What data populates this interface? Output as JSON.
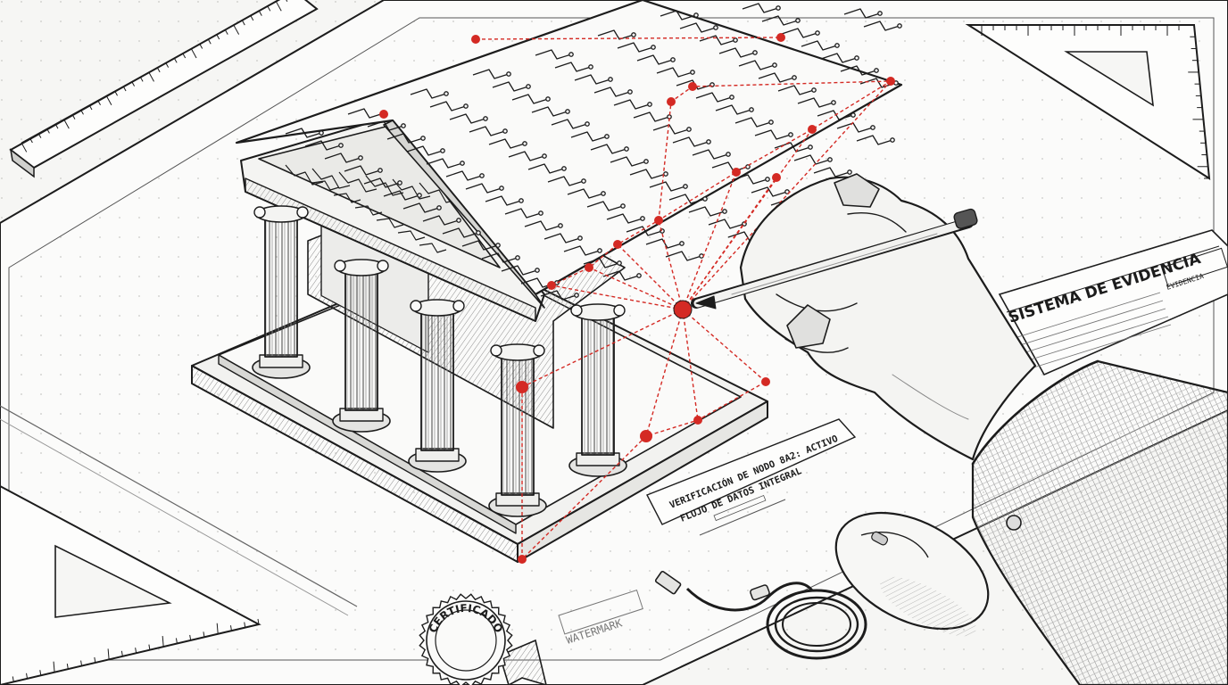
{
  "colors": {
    "paper": "#f6f6f4",
    "ink": "#1c1c1c",
    "accent": "#d42a24",
    "hatch": "#8a8a8a"
  },
  "evidence_sheet": {
    "title": "SISTEMA DE EVIDENCIA",
    "code": "EVIDENCIA"
  },
  "verification_note": {
    "line1": "VERIFICACIÓN DE NODO 8A2: ACTIVO",
    "line2": "FLUJO DE DATOS INTEGRAL"
  },
  "seal": {
    "text": "CERTIFICADO"
  },
  "watermark": {
    "text": "WATERMARK"
  },
  "icons": {
    "building": "classical-temple-icon",
    "hand": "hand-with-pen-icon",
    "mouse": "mouse-icon",
    "cable": "usb-cable-icon"
  }
}
